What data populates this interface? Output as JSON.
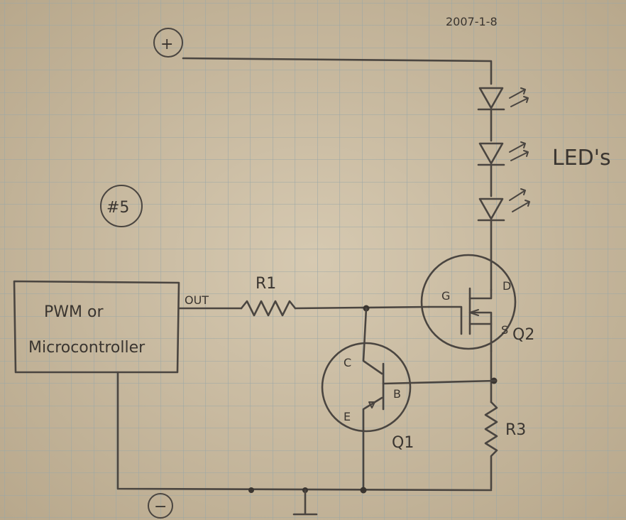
{
  "header": {
    "date": "2007-1-8"
  },
  "supply": {
    "positive": "+",
    "negative": "−"
  },
  "circuit_number": "#5",
  "controller": {
    "line1": "PWM or",
    "line2": "Microcontroller",
    "output_pin": "OUT"
  },
  "components": {
    "r1": "R1",
    "r3": "R3",
    "leds": "LED's",
    "q1": "Q1",
    "q2": "Q2"
  },
  "q1_pins": {
    "collector": "C",
    "base": "B",
    "emitter": "E"
  },
  "q2_pins": {
    "gate": "G",
    "drain": "D",
    "source": "S"
  },
  "colors": {
    "paper": "#cdbfa6",
    "grid": "#9aa7a6",
    "ink": "#3a3530"
  }
}
